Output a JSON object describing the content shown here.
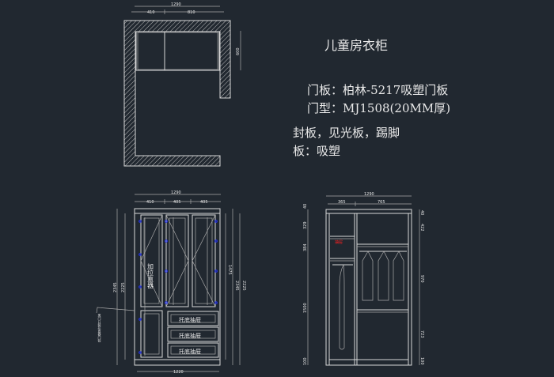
{
  "title": "儿童房衣柜",
  "notes": {
    "door_panel": "门板：柏林-5217吸塑门板",
    "door_type": "门型：MJ1508(20MM厚)",
    "boards_line1": "封板，见光板，踢脚",
    "boards_line2": "板：吸塑"
  },
  "plan": {
    "overall": "1290",
    "parts": [
      "410",
      "810"
    ],
    "depth": "600"
  },
  "front": {
    "overall": "1290",
    "parts": [
      "410",
      "405",
      "405"
    ],
    "bottom": "1220",
    "left_dims": [
      "2345",
      "2225"
    ],
    "right_dims": [
      "1475",
      "2345",
      "2225"
    ],
    "door_label": "加拉直器",
    "drawers": [
      "托底抽屉",
      "托底抽屉",
      "托底抽屉"
    ],
    "side_note": "离门口装拉直器门铰"
  },
  "side": {
    "overall": "1290",
    "parts": [
      "365",
      "765"
    ],
    "left_dims": [
      "40",
      "329",
      "384",
      "1500",
      "100"
    ],
    "right_dims": [
      "40",
      "422",
      "970",
      "723",
      "100"
    ],
    "red_label": "抽屉"
  },
  "colors": {
    "background": "#212830",
    "line": "#d8d8d8",
    "hinge": "#2233ff",
    "accent": "#ff2020"
  }
}
